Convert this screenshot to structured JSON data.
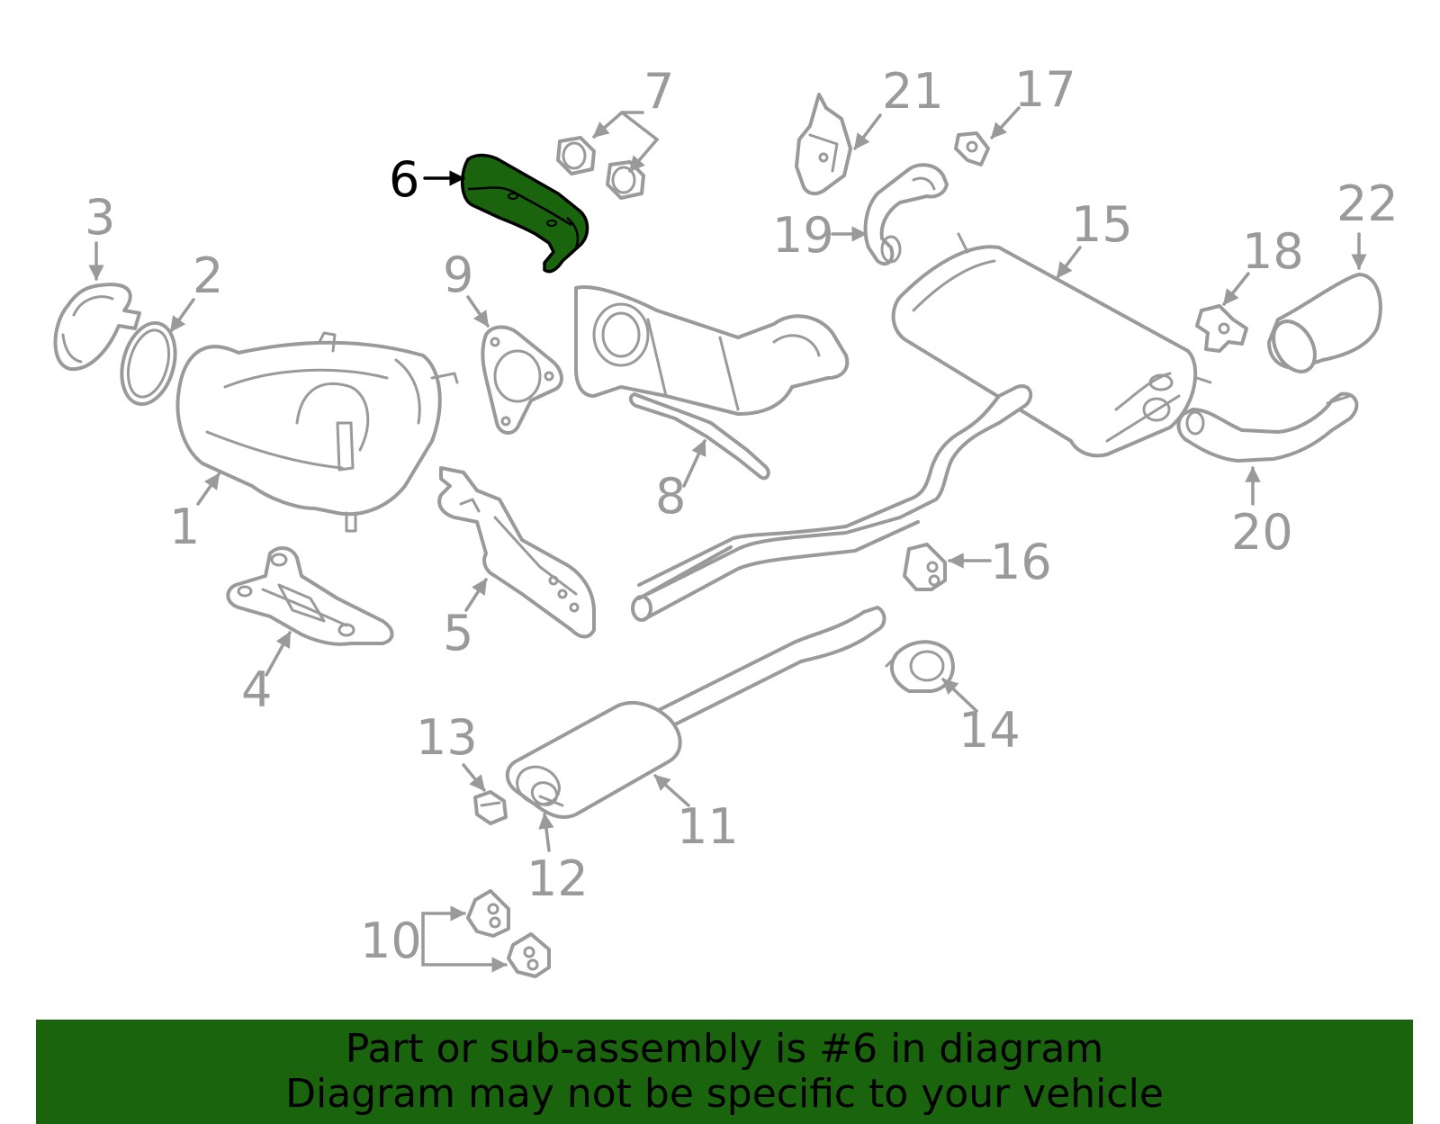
{
  "diagram": {
    "highlighted_part": "6",
    "highlight_color": "#1a640d",
    "line_color": "#9a9a9a",
    "labels": {
      "p1": "1",
      "p2": "2",
      "p3": "3",
      "p4": "4",
      "p5": "5",
      "p6": "6",
      "p7": "7",
      "p8": "8",
      "p9": "9",
      "p10": "10",
      "p11": "11",
      "p12": "12",
      "p13": "13",
      "p14": "14",
      "p15": "15",
      "p16": "16",
      "p17": "17",
      "p18": "18",
      "p19": "19",
      "p20": "20",
      "p21": "21",
      "p22": "22"
    }
  },
  "banner": {
    "line1": "Part or sub-assembly is #6 in diagram",
    "line2": "Diagram may not be specific to your vehicle",
    "background": "#1a640d"
  }
}
